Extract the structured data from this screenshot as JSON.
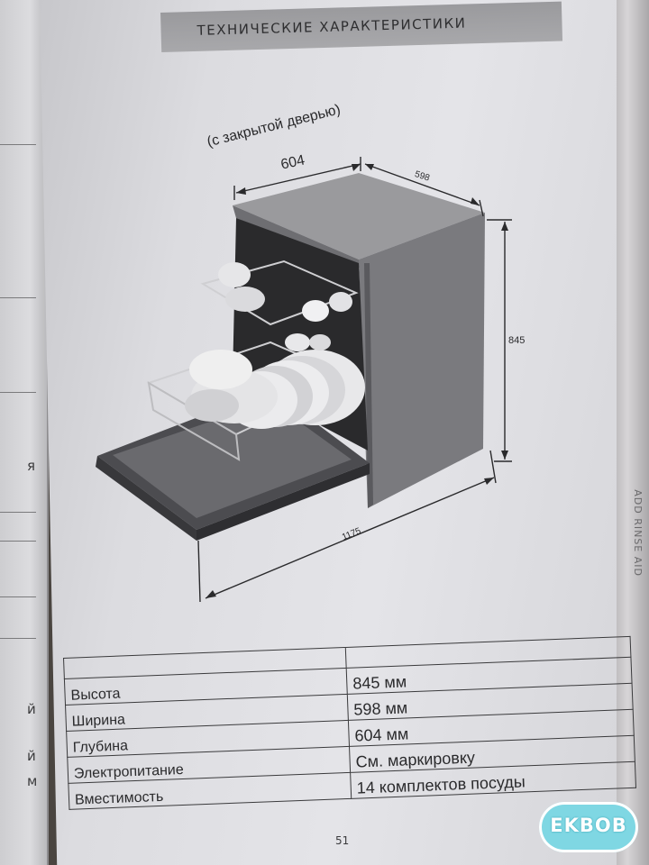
{
  "header": {
    "title": "ТЕХНИЧЕСКИЕ ХАРАКТЕРИСТИКИ"
  },
  "diagram": {
    "closed_door_note": "(с закрытой дверью)",
    "depth_closed": "604",
    "width": "598",
    "height": "845",
    "depth_open": "1175"
  },
  "specs": {
    "rows": [
      {
        "label": "Высота",
        "value": "845 мм"
      },
      {
        "label": "Ширина",
        "value": "598 мм"
      },
      {
        "label": "Глубина",
        "value": "604 мм"
      },
      {
        "label": "Электропитание",
        "value": "См. маркировку"
      },
      {
        "label": "Вместимость",
        "value": "14 комплектов посуды"
      }
    ]
  },
  "page_number": "51",
  "watermark": "EKBOB",
  "left_page_fragments": [
    "я",
    "й",
    "й",
    "м"
  ],
  "right_edge_text": "ADD RINSE AID"
}
